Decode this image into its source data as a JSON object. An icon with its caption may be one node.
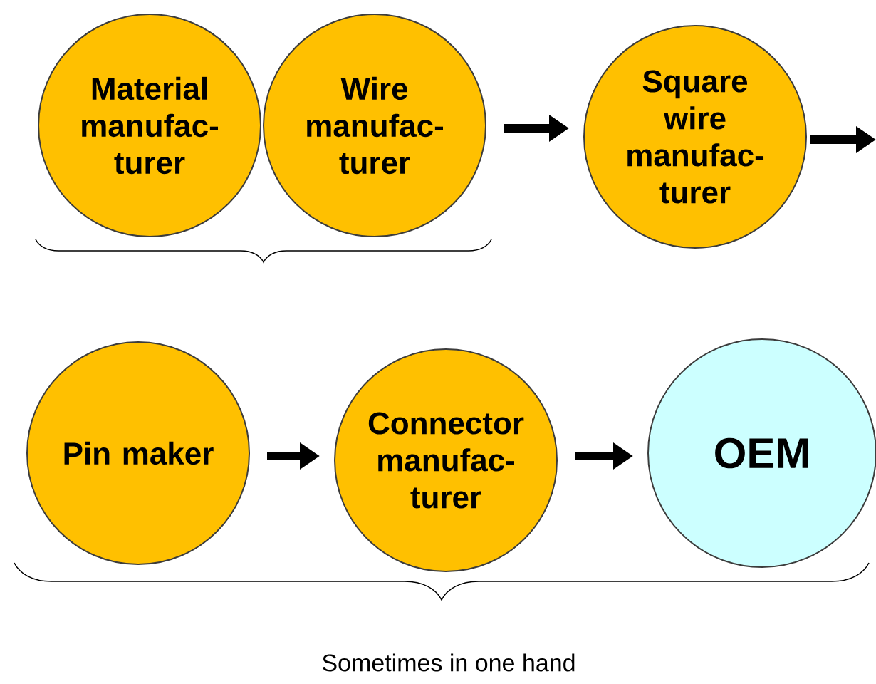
{
  "diagram": {
    "nodes": [
      {
        "text": [
          "Material manufac- turer"
        ]
      },
      {
        "text": [
          "Wire manufac- turer"
        ]
      },
      {
        "text": [
          "Square wire manufac- turer"
        ]
      },
      {
        "text": [
          "Pin maker"
        ]
      },
      {
        "text": [
          "Connector manufac- turer"
        ]
      },
      {
        "text": [
          "OEM"
        ]
      }
    ],
    "edges": [
      {
        "from": 1,
        "to": 2,
        "arrow": "to"
      },
      {
        "from": 2,
        "to": null,
        "arrow": "to"
      },
      {
        "from": 3,
        "to": 4,
        "arrow": "to"
      },
      {
        "from": 4,
        "to": 5,
        "arrow": "to"
      }
    ],
    "labels": [
      "Sometimes in one hand"
    ]
  }
}
